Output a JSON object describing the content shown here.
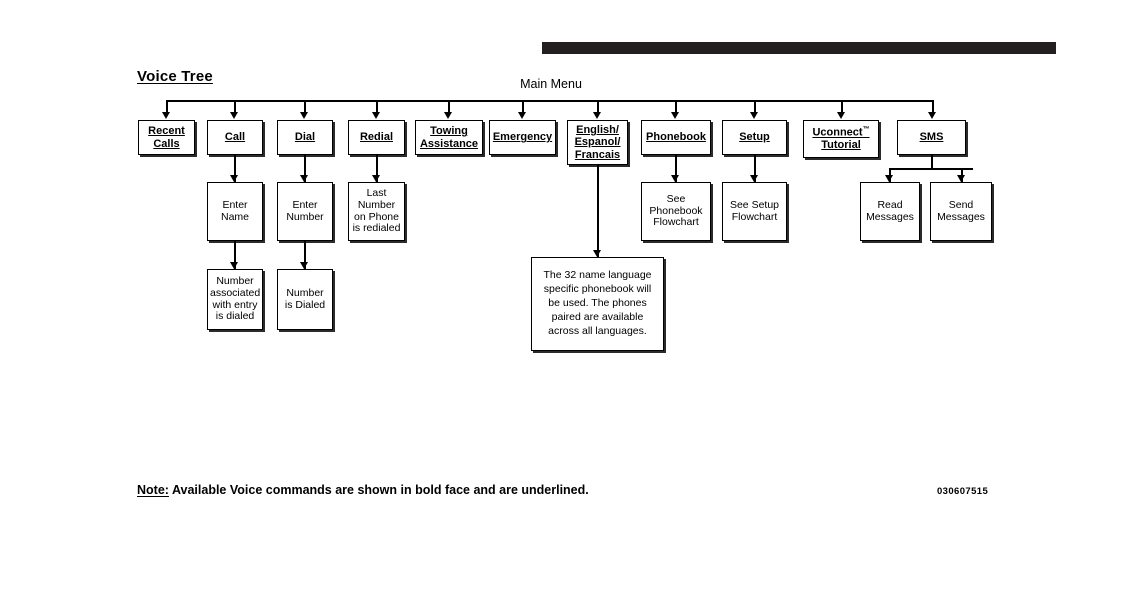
{
  "figure": {
    "title": "Voice Tree",
    "root_label": "Main Menu",
    "figure_code": "030607515",
    "note_prefix": "Note:",
    "note_text": " Available Voice commands are shown in bold face and are underlined.",
    "colors": {
      "ink": "#000000",
      "rule": "#231f20",
      "paper": "#ffffff"
    }
  },
  "main_menu": {
    "items": [
      {
        "id": "recent-calls",
        "label": "Recent\nCalls",
        "voice_command": true
      },
      {
        "id": "call",
        "label": "Call",
        "voice_command": true
      },
      {
        "id": "dial",
        "label": "Dial",
        "voice_command": true
      },
      {
        "id": "redial",
        "label": "Redial",
        "voice_command": true
      },
      {
        "id": "towing-assistance",
        "label": "Towing\nAssistance",
        "voice_command": true
      },
      {
        "id": "emergency",
        "label": "Emergency",
        "voice_command": true
      },
      {
        "id": "language",
        "label": "English/\nEspanol/\nFrancais",
        "voice_command": true
      },
      {
        "id": "phonebook",
        "label": "Phonebook",
        "voice_command": true
      },
      {
        "id": "setup",
        "label": "Setup",
        "voice_command": true
      },
      {
        "id": "uconnect-tutorial",
        "label": "Uconnect™\nTutorial",
        "voice_command": true
      },
      {
        "id": "sms",
        "label": "SMS",
        "voice_command": true
      }
    ]
  },
  "children": {
    "call_step1": {
      "label": "Enter\nName"
    },
    "call_step2": {
      "label": "Number\nassociated\nwith entry\nis dialed"
    },
    "dial_step1": {
      "label": "Enter\nNumber"
    },
    "dial_step2": {
      "label": "Number\nis Dialed"
    },
    "redial_step1": {
      "label": "Last\nNumber\non Phone\nis redialed"
    },
    "language_note": {
      "label": "The 32 name language specific phonebook will be used. The phones paired are available across all languages."
    },
    "phonebook_step1": {
      "label": "See\nPhonebook\nFlowchart"
    },
    "setup_step1": {
      "label": "See Setup\nFlowchart"
    },
    "sms_read": {
      "label": "Read\nMessages"
    },
    "sms_send": {
      "label": "Send\nMessages"
    }
  }
}
